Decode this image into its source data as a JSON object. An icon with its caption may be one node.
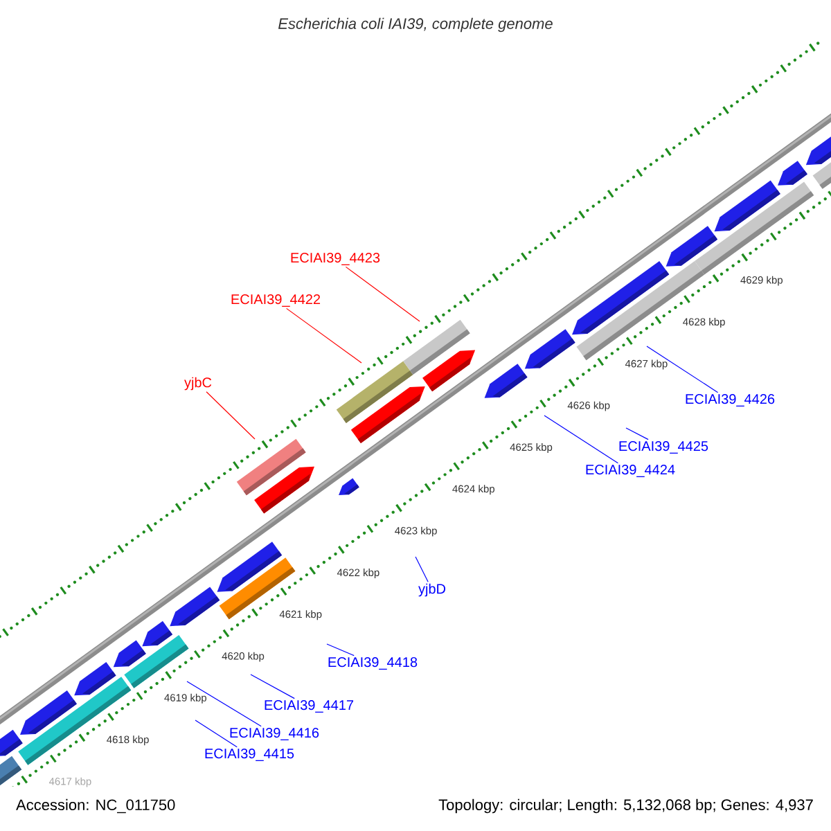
{
  "diagram": {
    "title": "Escherichia coli IAI39, complete genome",
    "nodes": [
      {
        "text": [
          "ECIAI39_4423"
        ]
      },
      {
        "text": [
          "ECIAI39_4422"
        ]
      },
      {
        "text": [
          "yjbC"
        ]
      },
      {
        "text": [
          "ECIAI39_4426"
        ]
      },
      {
        "text": [
          "ECIAI39_4425"
        ]
      },
      {
        "text": [
          "ECIAI39_4424"
        ]
      },
      {
        "text": [
          "yjbD"
        ]
      },
      {
        "text": [
          "ECIAI39_4418"
        ]
      },
      {
        "text": [
          "ECIAI39_4417"
        ]
      },
      {
        "text": [
          "ECIAI39_4416"
        ]
      },
      {
        "text": [
          "ECIAI39_4415"
        ]
      }
    ],
    "edges": [
      {
        "from": 0,
        "to": null,
        "arrow": "none",
        "color": "#ff0000"
      },
      {
        "from": 1,
        "to": null,
        "arrow": "none",
        "color": "#ff0000"
      },
      {
        "from": 2,
        "to": null,
        "arrow": "none",
        "color": "#ff0000"
      },
      {
        "from": 3,
        "to": null,
        "arrow": "none"
      },
      {
        "from": 4,
        "to": null,
        "arrow": "none"
      },
      {
        "from": 5,
        "to": null,
        "arrow": "none"
      },
      {
        "from": 6,
        "to": null,
        "arrow": "none"
      },
      {
        "from": 7,
        "to": null,
        "arrow": "none"
      },
      {
        "from": 8,
        "to": null,
        "arrow": "none"
      },
      {
        "from": 9,
        "to": null,
        "arrow": "none"
      },
      {
        "from": 10,
        "to": null,
        "arrow": "none"
      }
    ],
    "labels": [
      "4629 kbp",
      "4628 kbp",
      "4627 kbp",
      "4626 kbp",
      "4625 kbp",
      "4624 kbp",
      "4623 kbp",
      "4622 kbp",
      "4621 kbp",
      "4620 kbp",
      "4619 kbp",
      "4618 kbp",
      "4617 kbp",
      "Accession: NC_011750",
      "Topology: circular; Length: 5,132,068 bp; Genes: 4,937"
    ]
  }
}
